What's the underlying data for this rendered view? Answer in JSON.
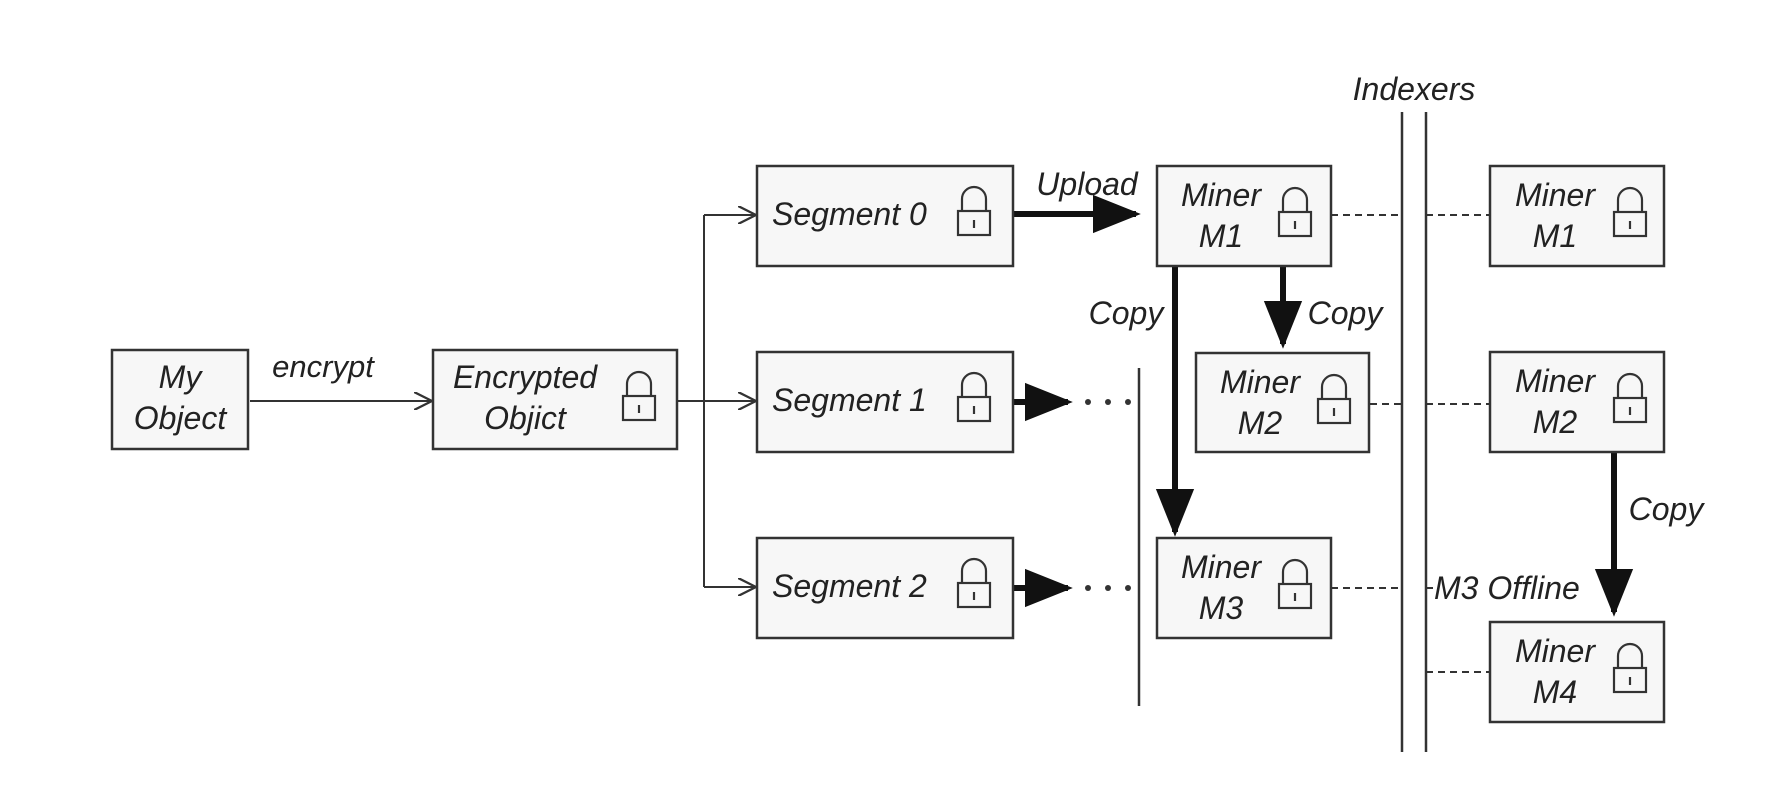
{
  "nodes": {
    "my_object": {
      "line1": "My",
      "line2": "Object"
    },
    "encrypted_object": {
      "line1": "Encrypted",
      "line2": "Objict"
    },
    "segment_0": {
      "label": "Segment 0"
    },
    "segment_1": {
      "label": "Segment 1"
    },
    "segment_2": {
      "label": "Segment 2"
    },
    "miner_m1": {
      "line1": "Miner",
      "line2": "M1"
    },
    "miner_m2": {
      "line1": "Miner",
      "line2": "M2"
    },
    "miner_m3": {
      "line1": "Miner",
      "line2": "M3"
    },
    "indexer_m1": {
      "line1": "Miner",
      "line2": "M1"
    },
    "indexer_m2": {
      "line1": "Miner",
      "line2": "M2"
    },
    "indexer_m4": {
      "line1": "Miner",
      "line2": "M4"
    }
  },
  "labels": {
    "encrypt": "encrypt",
    "upload": "Upload",
    "copy_left": "Copy",
    "copy_mid": "Copy",
    "copy_right": "Copy",
    "indexers": "Indexers",
    "m3_offline": "M3 Offline"
  },
  "icons": {
    "lock": "lock-icon",
    "ellipsis": "ellipsis-icon"
  }
}
